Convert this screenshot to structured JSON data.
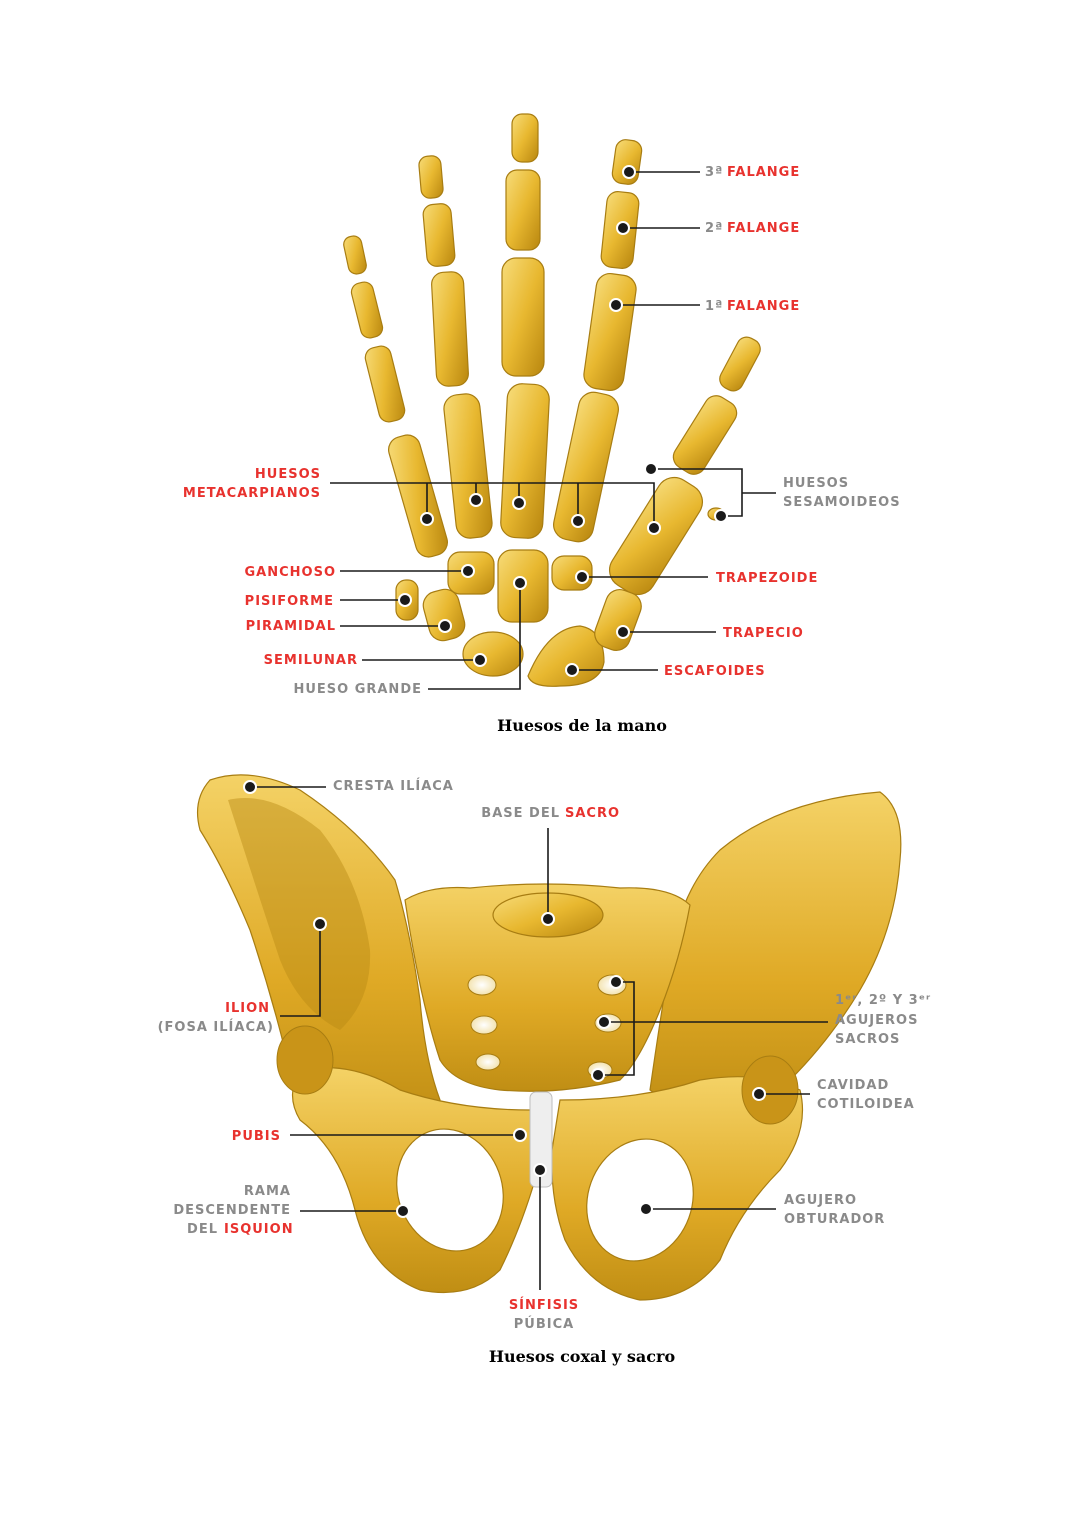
{
  "hand": {
    "caption": "Huesos de la mano",
    "labels": {
      "falange3_num": "3ª",
      "falange3_name": "FALANGE",
      "falange2_num": "2ª",
      "falange2_name": "FALANGE",
      "falange1_num": "1ª",
      "falange1_name": "FALANGE",
      "metacarpianos_1": "HUESOS",
      "metacarpianos_2": "METACARPIANOS",
      "sesamoideos_1": "HUESOS",
      "sesamoideos_2": "SESAMOIDEOS",
      "ganchoso": "GANCHOSO",
      "pisiforme": "PISIFORME",
      "piramidal": "PIRAMIDAL",
      "semilunar": "SEMILUNAR",
      "hueso_grande": "HUESO GRANDE",
      "trapezoide": "TRAPEZOIDE",
      "trapecio": "TRAPECIO",
      "escafoides": "ESCAFOIDES"
    }
  },
  "pelvis": {
    "caption": "Huesos coxal y sacro",
    "labels": {
      "cresta_iliaca": "CRESTA ILÍACA",
      "base_sacro_1": "BASE DEL",
      "base_sacro_2": "SACRO",
      "ilion": "ILION",
      "fosa_iliaca": "(FOSA ILÍACA)",
      "agujeros_1": "1ᵉʳ, 2º Y 3ᵉʳ",
      "agujeros_2": "AGUJEROS",
      "agujeros_3": "SACROS",
      "cavidad_1": "CAVIDAD",
      "cavidad_2": "COTILOIDEA",
      "pubis": "PUBIS",
      "rama_1": "RAMA",
      "rama_2": "DESCENDENTE",
      "rama_3a": "DEL",
      "rama_3b": "ISQUION",
      "agujero_obt_1": "AGUJERO",
      "agujero_obt_2": "OBTURADOR",
      "sinfisis_1": "SÍNFISIS",
      "sinfisis_2": "PÚBICA"
    }
  },
  "colors": {
    "label_red": "#e8322e",
    "label_gray": "#8a8a8a",
    "bone_light": "#f2c94c",
    "bone_dark": "#b88a14"
  }
}
